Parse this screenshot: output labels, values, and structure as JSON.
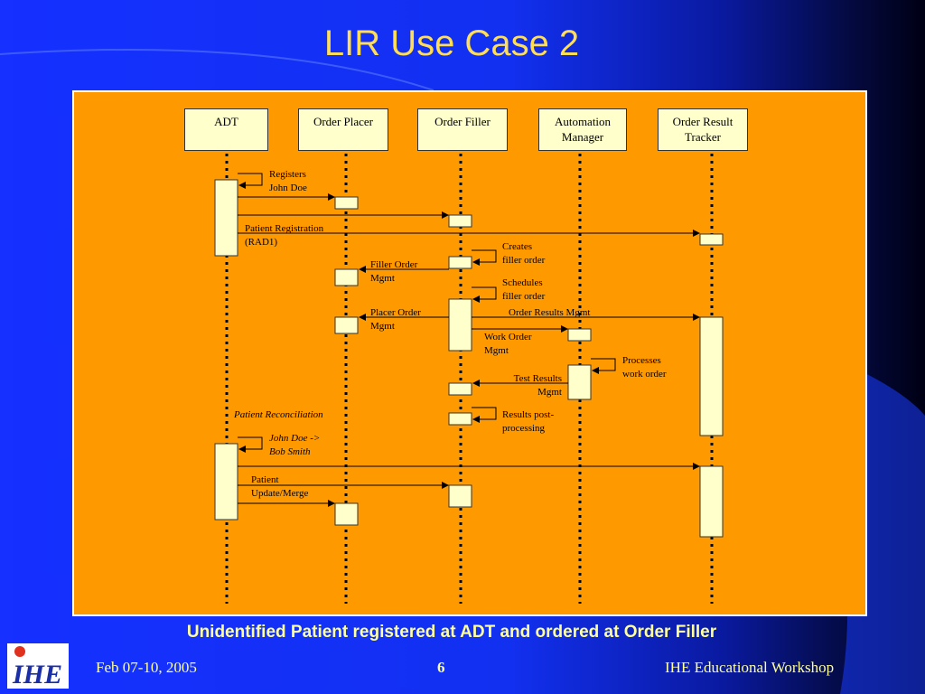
{
  "slide": {
    "title": "LIR Use Case 2",
    "caption": "Unidentified Patient registered at ADT and ordered at Order Filler",
    "footer_left": "Feb 07-10, 2005",
    "page_number": "6",
    "footer_right": "IHE Educational Workshop",
    "logo_text": "IHE"
  },
  "actors": [
    {
      "id": "adt",
      "line1": "ADT",
      "line2": ""
    },
    {
      "id": "placer",
      "line1": "Order Placer",
      "line2": ""
    },
    {
      "id": "filler",
      "line1": "Order Filler",
      "line2": ""
    },
    {
      "id": "am",
      "line1": "Automation",
      "line2": "Manager"
    },
    {
      "id": "ort",
      "line1": "Order Result",
      "line2": "Tracker"
    }
  ],
  "labels": {
    "registers": [
      "Registers",
      "John Doe"
    ],
    "patient_registration": [
      "Patient Registration",
      "(RAD1)"
    ],
    "creates_filler_order": [
      "Creates",
      "filler order"
    ],
    "filler_order_mgmt": [
      "Filler Order",
      "Mgmt"
    ],
    "schedules_filler_order": [
      "Schedules",
      "filler order"
    ],
    "placer_order_mgmt": [
      "Placer Order",
      "Mgmt"
    ],
    "order_results_mgmt": "Order Results Mgmt",
    "work_order_mgmt": [
      "Work Order",
      "Mgmt"
    ],
    "processes_work_order": [
      "Processes",
      "work order"
    ],
    "test_results_mgmt": [
      "Test Results",
      "Mgmt"
    ],
    "results_post_processing": [
      "Results post-",
      "processing"
    ],
    "patient_reconciliation": "Patient Reconciliation",
    "john_doe_bob_smith": [
      "John Doe ->",
      "Bob Smith"
    ],
    "patient_update_merge": [
      "Patient",
      "Update/Merge"
    ]
  },
  "colors": {
    "title": "#ffdd55",
    "panel": "#ff9900",
    "box_fill": "#ffffcc",
    "caption": "#ffff99"
  }
}
